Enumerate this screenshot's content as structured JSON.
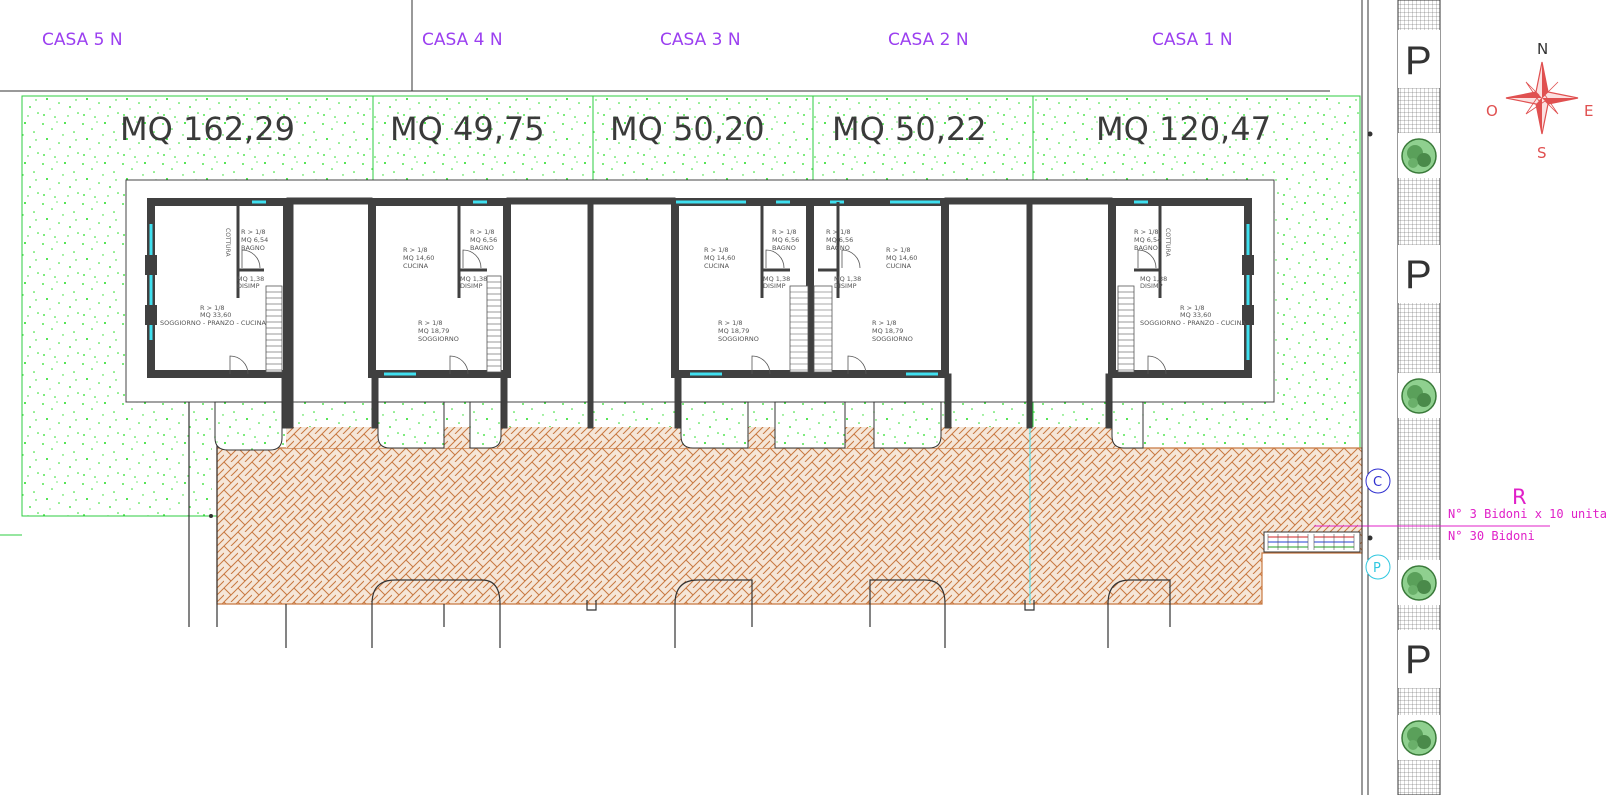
{
  "houses": [
    {
      "label": "CASA 5 N",
      "area": "MQ 162,29"
    },
    {
      "label": "CASA 4 N",
      "area": "MQ 49,75"
    },
    {
      "label": "CASA 3 N",
      "area": "MQ 50,20"
    },
    {
      "label": "CASA 2 N",
      "area": "MQ 50,22"
    },
    {
      "label": "CASA 1 N",
      "area": "MQ 120,47"
    }
  ],
  "rooms": {
    "ratio": "R > 1/8",
    "casa5": {
      "bagno": [
        "R > 1/8",
        "MQ 6,54",
        "BAGNO"
      ],
      "disimp": [
        "MQ 1,38",
        "DISIMP"
      ],
      "soggiorno": [
        "R > 1/8",
        "MQ 33,60",
        "SOGGIORNO - PRANZO - CUCINA"
      ],
      "cottura": "COTTURA"
    },
    "casa4": {
      "bagno": [
        "R > 1/8",
        "MQ 6,56",
        "BAGNO"
      ],
      "cucina": [
        "R > 1/8",
        "MQ 14,60",
        "CUCINA"
      ],
      "disimp": [
        "MQ 1,38",
        "DISIMP"
      ],
      "soggiorno": [
        "R > 1/8",
        "MQ 18,79",
        "SOGGIORNO"
      ]
    },
    "casa3": {
      "bagno": [
        "R > 1/8",
        "MQ 6,56",
        "BAGNO"
      ],
      "cucina": [
        "R > 1/8",
        "MQ 14,60",
        "CUCINA"
      ],
      "disimp": [
        "MQ 1,38",
        "DISIMP"
      ],
      "soggiorno": [
        "R > 1/8",
        "MQ 18,79",
        "SOGGIORNO"
      ]
    },
    "casa2": {
      "bagno": [
        "R > 1/8",
        "MQ 6,56",
        "BAGNO"
      ],
      "cucina": [
        "R > 1/8",
        "MQ 14,60",
        "CUCINA"
      ],
      "disimp": [
        "MQ 1,38",
        "DISIMP"
      ],
      "soggiorno": [
        "R > 1/8",
        "MQ 18,79",
        "SOGGIORNO"
      ]
    },
    "casa1": {
      "bagno": [
        "R > 1/8",
        "MQ 6,54",
        "BAGNO"
      ],
      "disimp": [
        "MQ 1,38",
        "DISIMP"
      ],
      "soggiorno": [
        "R > 1/8",
        "MQ 33,60",
        "SOGGIORNO - PRANZO - CUCINA"
      ],
      "cottura": "COTTURA"
    }
  },
  "parking": {
    "symbol": "P"
  },
  "compass": {
    "n": "N",
    "s": "S",
    "e": "E",
    "o": "O"
  },
  "waste": {
    "code": "R",
    "line1": "N° 3 Bidoni x 10 unita'",
    "line2": "N° 30 Bidoni",
    "marker_c": "C",
    "marker_p": "P"
  },
  "colors": {
    "house_label": "#9b3ff0",
    "garden_dot": "#22dd22",
    "boundary": "#2ecc40",
    "wall": "#404040",
    "paving": "#c87840",
    "window": "#40e0f0",
    "waste": "#e020c8",
    "compass": "#e05050"
  }
}
